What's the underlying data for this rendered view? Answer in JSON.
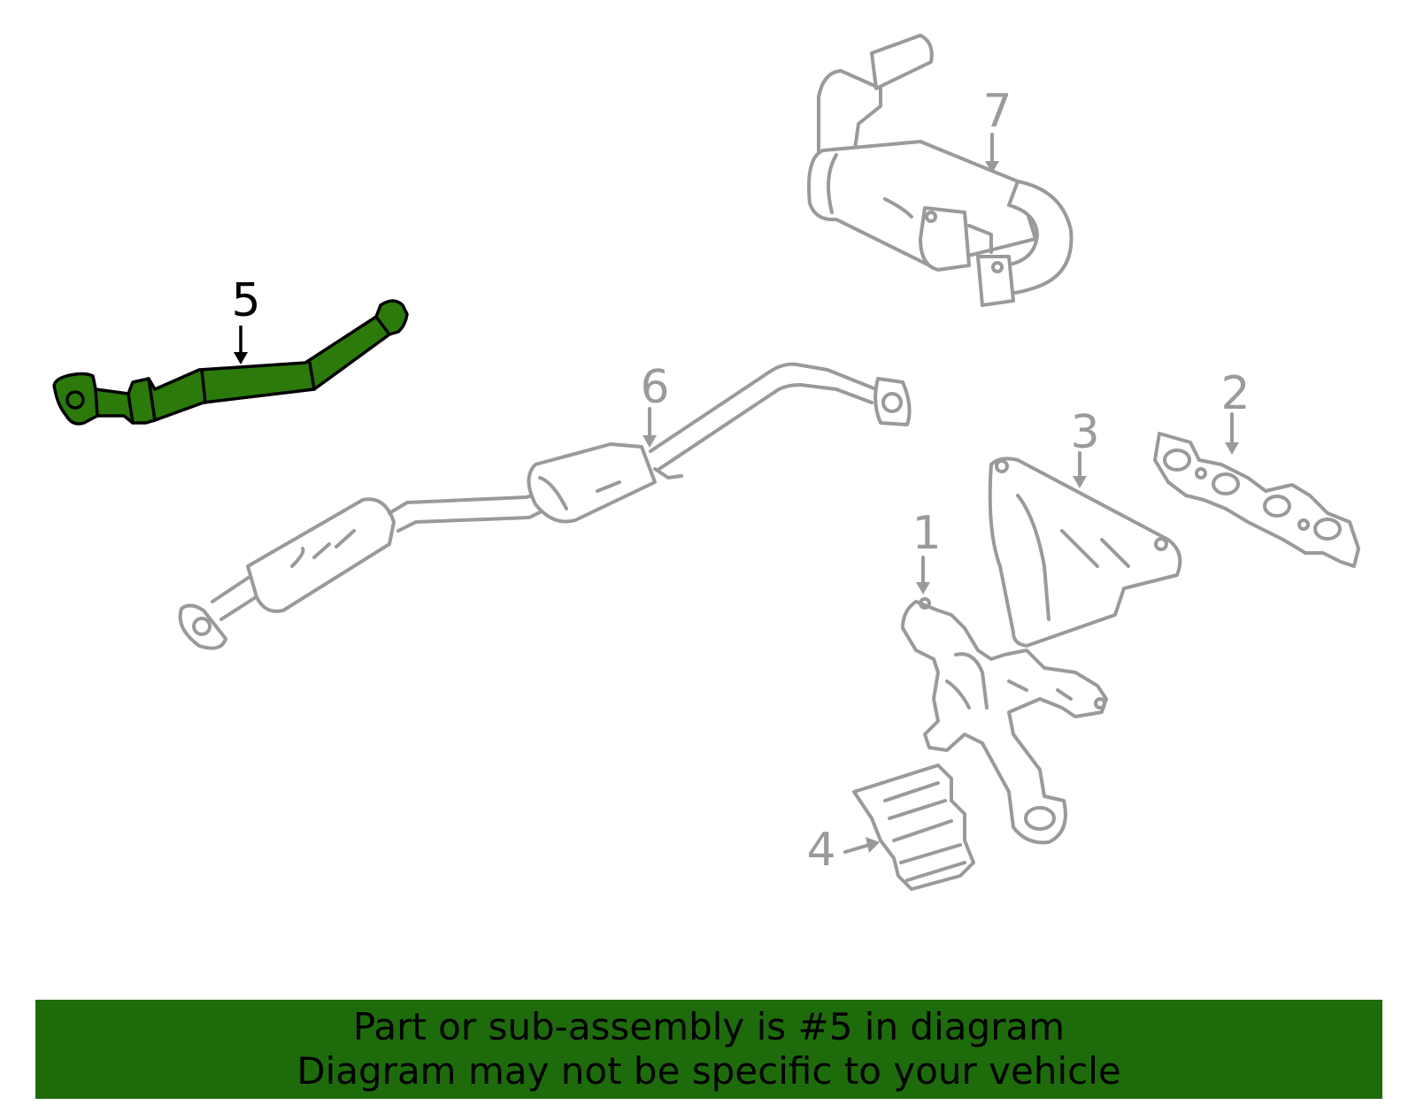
{
  "colors": {
    "highlight": "#2b7a0b",
    "outline": "#9a9a9a",
    "banner": "#1e6b0c",
    "text": "#000000"
  },
  "callouts": [
    {
      "id": "1",
      "label": "1",
      "highlighted": false
    },
    {
      "id": "2",
      "label": "2",
      "highlighted": false
    },
    {
      "id": "3",
      "label": "3",
      "highlighted": false
    },
    {
      "id": "4",
      "label": "4",
      "highlighted": false
    },
    {
      "id": "5",
      "label": "5",
      "highlighted": true
    },
    {
      "id": "6",
      "label": "6",
      "highlighted": false
    },
    {
      "id": "7",
      "label": "7",
      "highlighted": false
    }
  ],
  "banner": {
    "line1": "Part or sub-assembly is #5 in diagram",
    "line2": "Diagram may not be specific to your vehicle"
  }
}
